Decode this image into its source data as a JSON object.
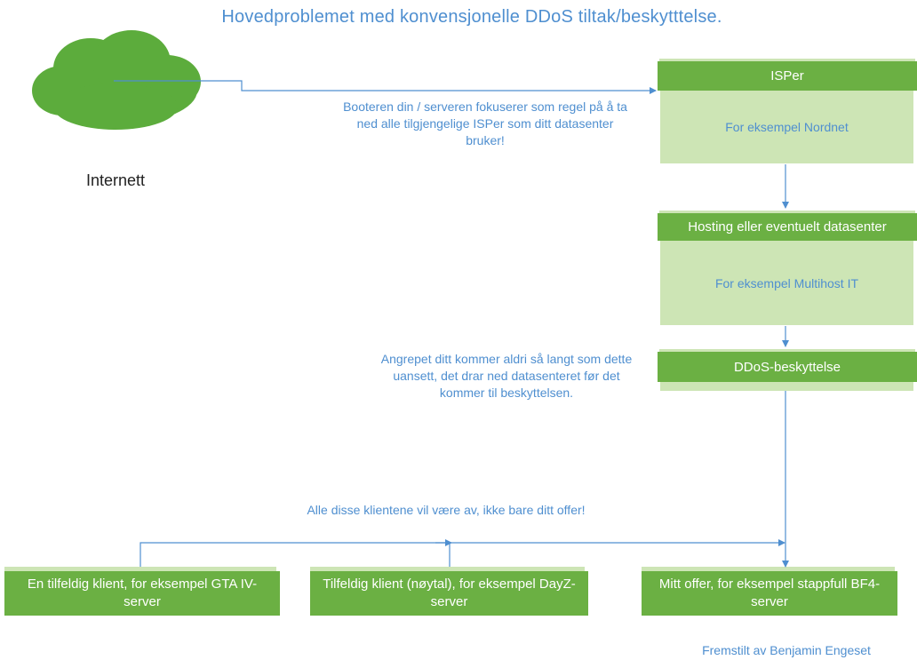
{
  "title": "Hovedproblemet med konvensjonelle DDoS tiltak/beskytttelse.",
  "internet": {
    "label": "Internett",
    "icon": "cloud-icon"
  },
  "notes": {
    "booter": "Booteren din / serveren fokuserer som regel på å ta ned alle tilgjengelige ISPer som ditt datasenter bruker!",
    "attack": "Angrepet ditt kommer aldri så langt som dette uansett, det drar ned datasenteret før det kommer til beskyttelsen.",
    "clients": "Alle disse klientene vil være av, ikke bare ditt offer!"
  },
  "boxes": {
    "isp": {
      "title": "ISPer",
      "body": "For eksempel Nordnet"
    },
    "hosting": {
      "title": "Hosting eller eventuelt datasenter",
      "body": "For eksempel Multihost IT"
    },
    "ddos": {
      "title": "DDoS-beskyttelse"
    }
  },
  "clients": [
    {
      "label": "En tilfeldig klient, for eksempel GTA IV-server"
    },
    {
      "label": "Tilfeldig klient (nøytal), for eksempel DayZ-server"
    },
    {
      "label": "Mitt offer, for eksempel stappfull BF4-server"
    }
  ],
  "credit": "Fremstilt av Benjamin Engeset",
  "colors": {
    "green": "#6bb043",
    "light_green": "#cde5b5",
    "blue_text": "#4f8fd0",
    "connector": "#4f8fd0"
  }
}
